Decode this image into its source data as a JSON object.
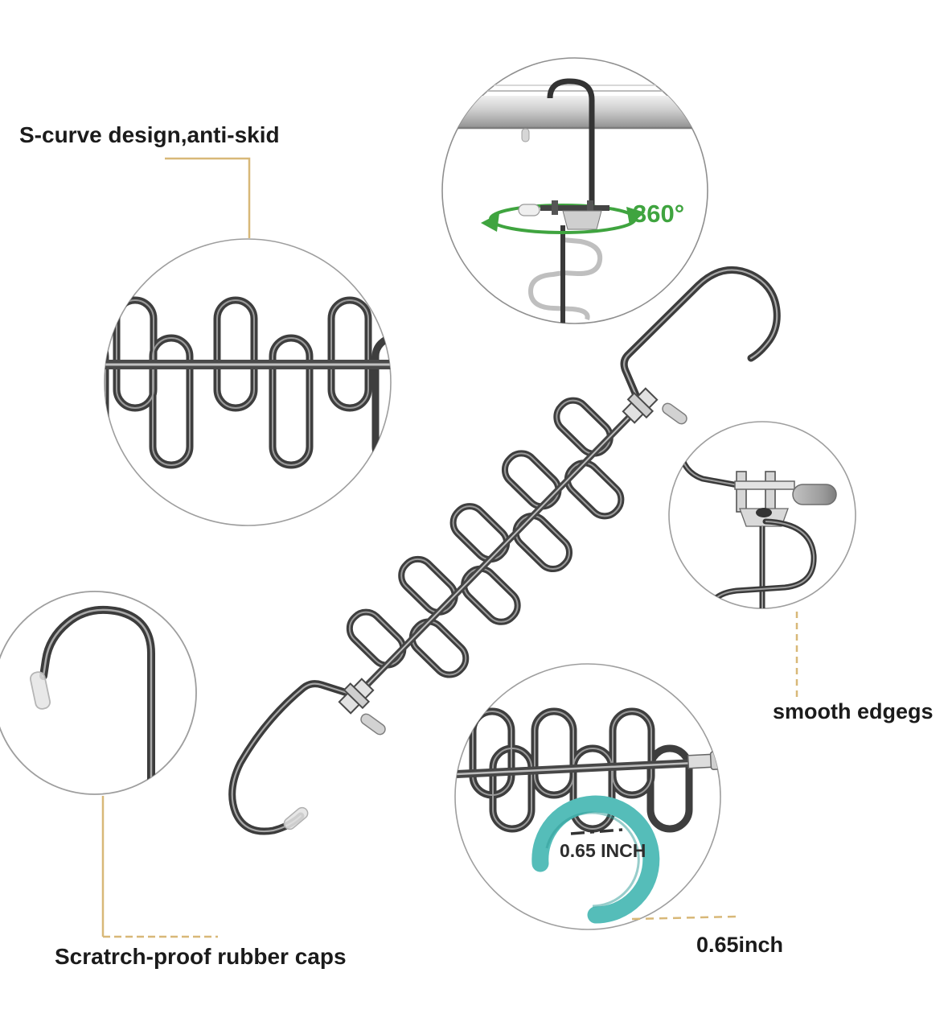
{
  "annotations": {
    "s_curve_design": {
      "label": "S-curve design,anti-skid"
    },
    "rotation_360": {
      "label": "360°"
    },
    "smooth_edges": {
      "label": "smooth edgegs"
    },
    "rubber_caps": {
      "label": "Scratrch-proof rubber caps"
    },
    "hook_opening_callout": {
      "label": "0.65 INCH"
    },
    "hook_opening": {
      "label": "0.65inch"
    }
  },
  "colors": {
    "leader_line": "#d8b878",
    "rotation_green": "#3fa43f",
    "hook_teal": "#55bdb9",
    "metal_dark": "#3e3e3e",
    "label_text": "#1b1b1b"
  }
}
